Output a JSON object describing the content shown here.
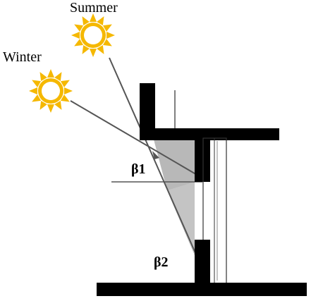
{
  "labels": {
    "summer": "Summer",
    "winter": "Winter",
    "beta1": "β1",
    "beta2": "β2"
  },
  "colors": {
    "sun_ray": "#f5b800",
    "sun_core": "#ffffff",
    "wall": "#000000",
    "shade": "#b8b8b8",
    "ray_line": "#555555"
  },
  "icons": {
    "summer_sun": "sun-icon",
    "winter_sun": "sun-icon"
  }
}
